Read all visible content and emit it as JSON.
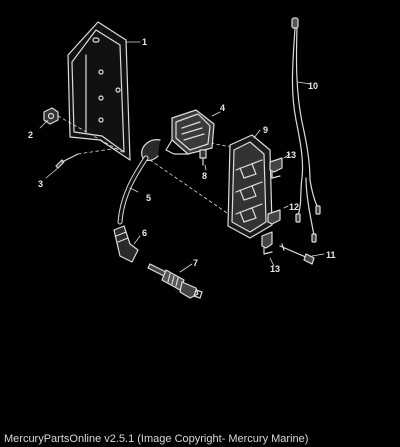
{
  "diagram": {
    "parts": [
      {
        "label": "1",
        "name": "mounting-bracket"
      },
      {
        "label": "2",
        "name": "nut"
      },
      {
        "label": "3",
        "name": "screw"
      },
      {
        "label": "4",
        "name": "ignition-coil"
      },
      {
        "label": "5",
        "name": "high-tension-lead"
      },
      {
        "label": "6",
        "name": "spark-plug-boot"
      },
      {
        "label": "7",
        "name": "spark-plug"
      },
      {
        "label": "8",
        "name": "coil-screw"
      },
      {
        "label": "9",
        "name": "coil-plate"
      },
      {
        "label": "10",
        "name": "wire-harness"
      },
      {
        "label": "11",
        "name": "bolt"
      },
      {
        "label": "12",
        "name": "clip"
      },
      {
        "label": "13",
        "name": "clip-upper"
      },
      {
        "label": "13",
        "name": "clip-lower"
      }
    ],
    "colors": {
      "background": "#000000",
      "line": "#dcdcdc",
      "fill": "#3a3a3a"
    }
  },
  "footer": {
    "caption": "MercuryPartsOnline v2.5.1 (Image Copyright- Mercury Marine)"
  }
}
